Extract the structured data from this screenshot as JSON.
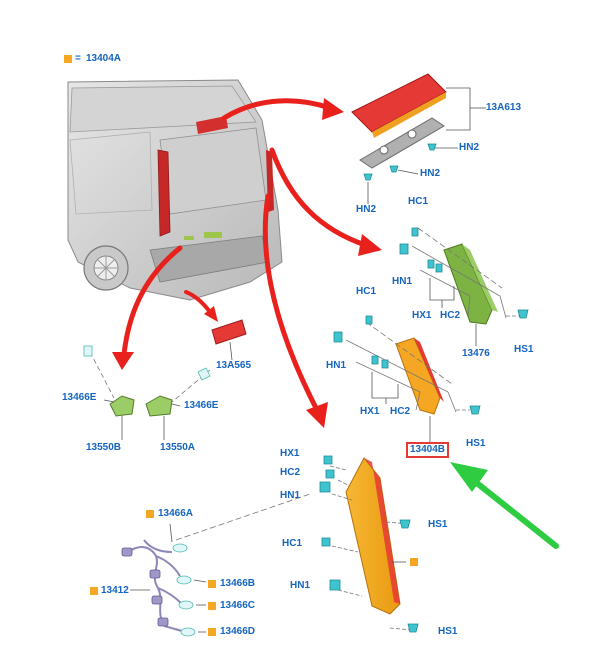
{
  "colors": {
    "label": "#1565c0",
    "marker": "#f5a623",
    "arrow": "#e8211c",
    "pointer": "#2ecc40",
    "highlight_box": "#e53935"
  },
  "legend": {
    "code": "13404A",
    "sep": "="
  },
  "labels": {
    "p13A613": "13A613",
    "hn2_right": "HN2",
    "hn2_mid": "HN2",
    "hn2_low": "HN2",
    "hc1_a": "HC1",
    "hn1_a": "HN1",
    "hx1_a": "HX1",
    "hc2_a": "HC2",
    "p13476": "13476",
    "hs1_a": "HS1",
    "hc1_b": "HC1",
    "hn1_b": "HN1",
    "hx1_b": "HX1",
    "hc2_b": "HC2",
    "hs1_b": "HS1",
    "p13404B": "13404B",
    "p13A565": "13A565",
    "e_left": "13466E",
    "e_right": "13466E",
    "p13550B": "13550B",
    "p13550A": "13550A",
    "hx1_c": "HX1",
    "hc2_c": "HC2",
    "hn1_c": "HN1",
    "hs1_c": "HS1",
    "hc1_c": "HC1",
    "hn1_d": "HN1",
    "hs1_d": "HS1",
    "p13466A": "13466A",
    "p13412": "13412",
    "p13466B": "13466B",
    "p13466C": "13466C",
    "p13466D": "13466D"
  }
}
